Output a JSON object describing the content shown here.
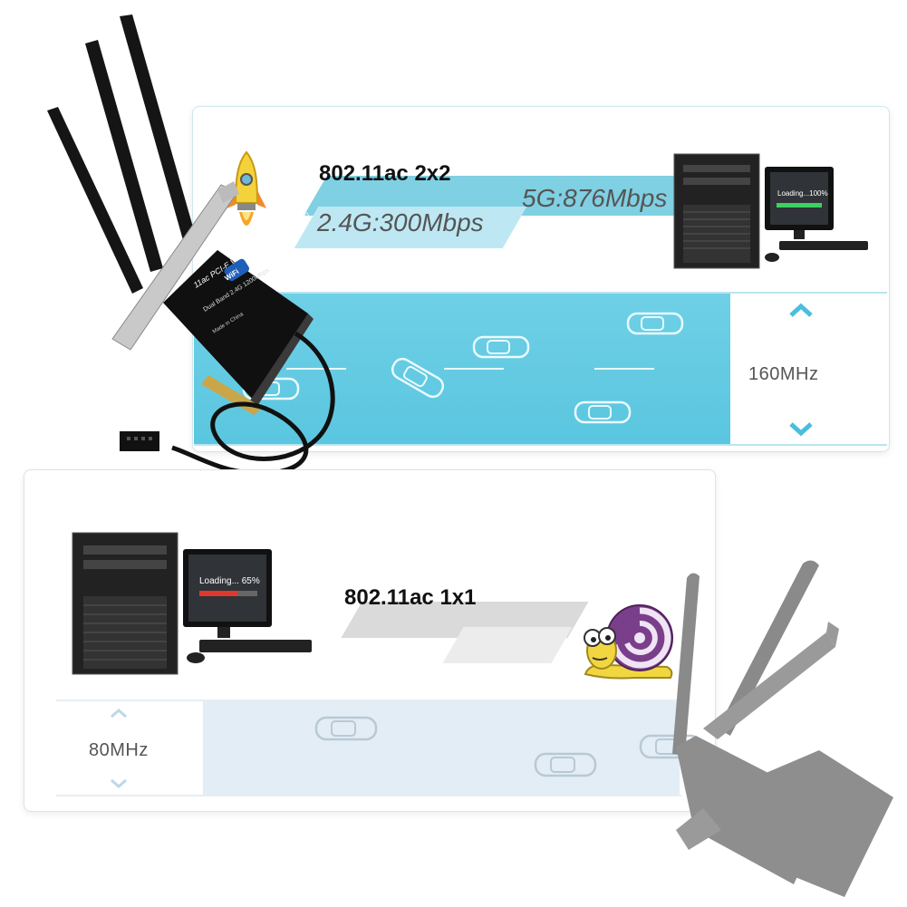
{
  "top_panel": {
    "title": "802.11ac 2x2",
    "speed_5g": "5G:876Mbps",
    "speed_24g": "2.4G:300Mbps",
    "bandwidth": "160MHz",
    "monitor_text": "Loading...100%",
    "lane_color": "#5ac6df"
  },
  "bottom_panel": {
    "title": "802.11ac 1x1",
    "bandwidth": "80MHz",
    "monitor_text": "Loading...  65%",
    "lane_color": "#e2edf6"
  },
  "card": {
    "label_line1": "11ac PCI-E Wlan Card+Bluetooth 4.0",
    "label_line2": "Dual Band 2.4G 1200Mbps",
    "label_line3": "Made in China",
    "badge": "WiFi"
  },
  "icons": [
    "rocket-icon",
    "snail-icon",
    "desktop-computer-icon",
    "car-icon",
    "chevron-up-icon",
    "chevron-down-icon",
    "antenna-icon"
  ]
}
